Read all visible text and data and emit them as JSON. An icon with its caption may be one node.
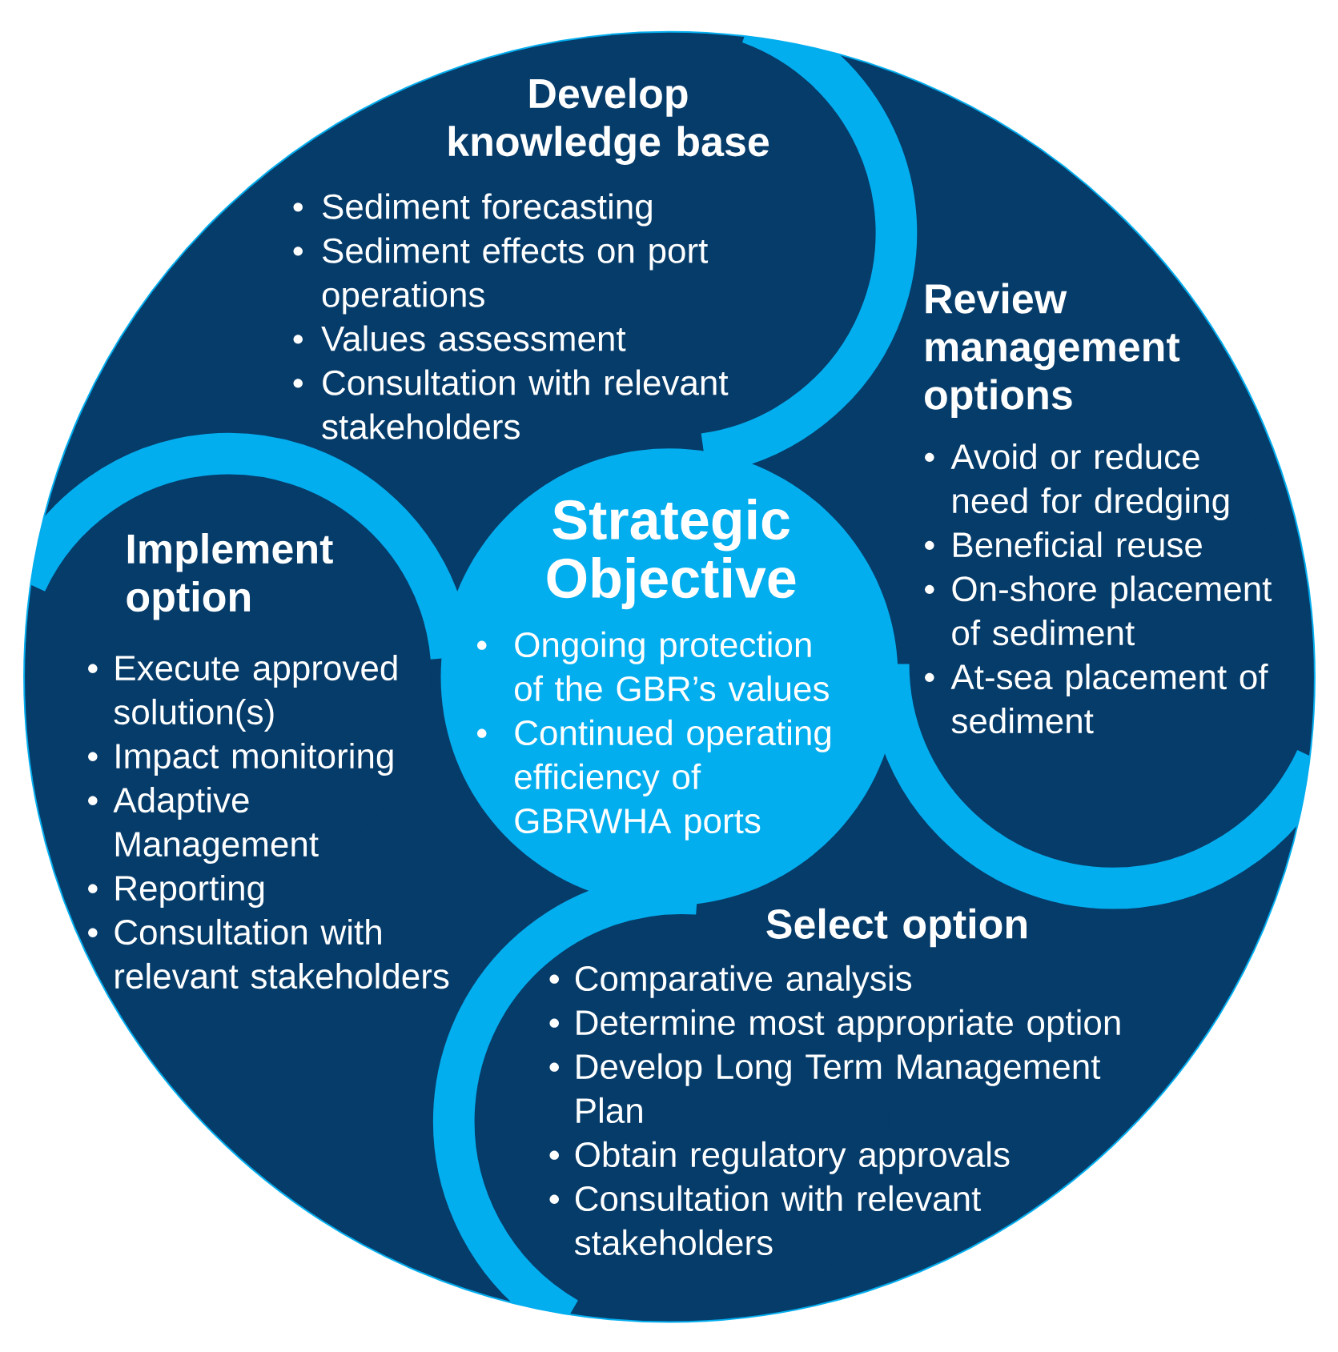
{
  "diagram": {
    "nodes": [
      {
        "text": [
          "Develop knowledge base",
          "Sediment forecasting",
          "Sediment effects on port operations",
          "Values assessment",
          "Consultation with relevant stakeholders"
        ]
      },
      {
        "text": [
          "Review management options",
          "Avoid or reduce need for dredging",
          "Beneficial reuse",
          "On-shore placement of sediment",
          "At-sea placement of sediment"
        ]
      },
      {
        "text": [
          "Select option",
          "Comparative analysis",
          "Determine most appropriate option",
          "Develop Long Term Management Plan",
          "Obtain regulatory approvals",
          "Consultation with relevant stakeholders"
        ]
      },
      {
        "text": [
          "Implement option",
          "Execute approved solution(s)",
          "Impact monitoring",
          "Adaptive Management",
          "Reporting",
          "Consultation with relevant stakeholders"
        ]
      },
      {
        "text": [
          "Strategic Objective",
          "Ongoing protection of the GBR’s values",
          "Continued operating efficiency of GBRWHA ports"
        ]
      }
    ]
  }
}
